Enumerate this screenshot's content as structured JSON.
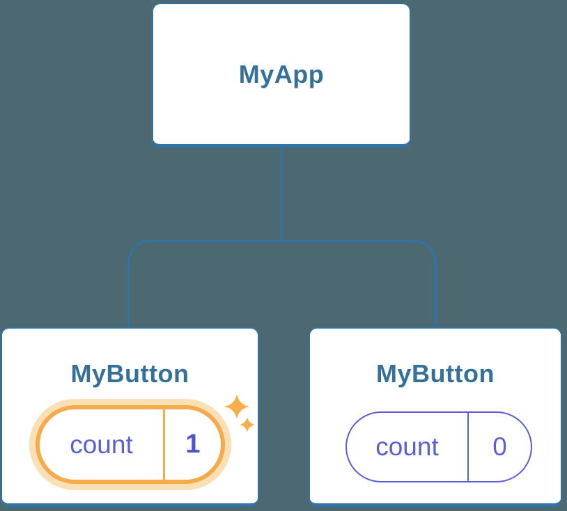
{
  "tree": {
    "root": {
      "label": "MyApp"
    },
    "children": {
      "left": {
        "label": "MyButton",
        "state_key": "count",
        "state_value": "1",
        "highlighted": true
      },
      "right": {
        "label": "MyButton",
        "state_key": "count",
        "state_value": "0",
        "highlighted": false
      }
    }
  },
  "colors": {
    "background": "#4C6972",
    "card_background": "#FFFFFF",
    "card_border": "#3373A4",
    "title_text": "#35709B",
    "connector_line": "#2F73A7",
    "state_text": "#5B5FD6",
    "state_value_highlight": "#5052CC",
    "highlight_ring": "#F5AA4C",
    "highlight_glow": "#FBE0B5",
    "pill_border": "#5C5CD6",
    "sparkle": "#F6AE4D"
  }
}
